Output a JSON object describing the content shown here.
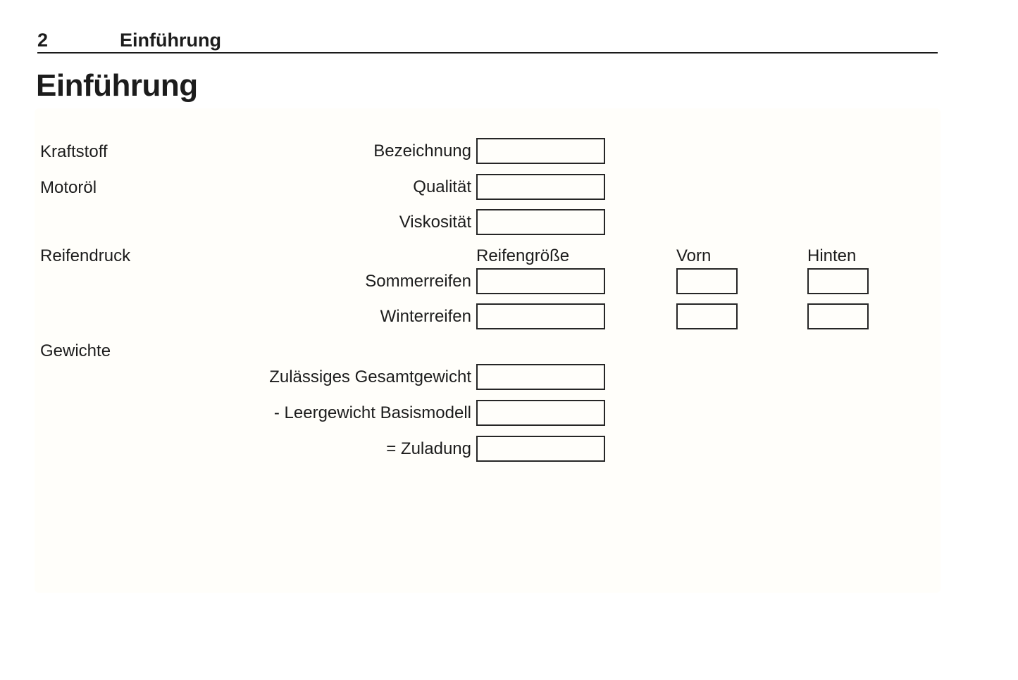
{
  "header": {
    "page_number": "2",
    "chapter_title": "Einführung"
  },
  "page_title": "Einführung",
  "form": {
    "fuel": {
      "category": "Kraftstoff",
      "fields": [
        {
          "label": "Bezeichnung",
          "value": ""
        }
      ]
    },
    "engine_oil": {
      "category": "Motoröl",
      "fields": [
        {
          "label": "Qualität",
          "value": ""
        },
        {
          "label": "Viskosität",
          "value": ""
        }
      ]
    },
    "tire_pressure": {
      "category": "Reifendruck",
      "columns": {
        "size": "Reifengröße",
        "front": "Vorn",
        "rear": "Hinten"
      },
      "rows": [
        {
          "label": "Sommerreifen",
          "size_value": "",
          "front_value": "",
          "rear_value": ""
        },
        {
          "label": "Winterreifen",
          "size_value": "",
          "front_value": "",
          "rear_value": ""
        }
      ]
    },
    "weights": {
      "category": "Gewichte",
      "fields": [
        {
          "label": "Zulässiges Gesamtgewicht",
          "value": ""
        },
        {
          "label": "- Leergewicht Basismodell",
          "value": ""
        },
        {
          "label": "= Zuladung",
          "value": ""
        }
      ]
    }
  },
  "colors": {
    "text": "#1c1c1c",
    "rule": "#1a1a1a",
    "box_border": "#262626",
    "panel_bg": "#fffefa",
    "page_bg": "#ffffff"
  }
}
